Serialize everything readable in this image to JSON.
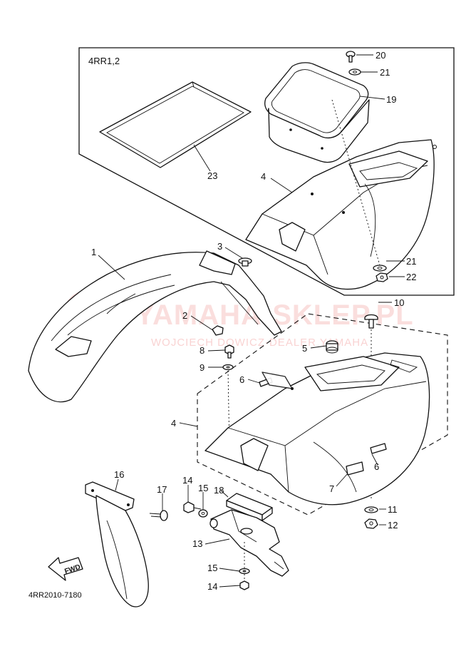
{
  "diagram": {
    "variant_label": "4RR1,2",
    "reference_code": "4RR2010-7180",
    "watermark": {
      "brand": "YAMAHA-SKLEP.PL",
      "subtitle": "WOJCIECH DOWICZ-DEALER YAMAHA"
    },
    "fwd_marker": "FWD",
    "callouts": {
      "p1": "1",
      "p2": "2",
      "p3": "3",
      "p4_top": "4",
      "p4_bottom": "4",
      "p5": "5",
      "p6_left": "6",
      "p6_right": "6",
      "p7": "7",
      "p8": "8",
      "p9": "9",
      "p10": "10",
      "p11": "11",
      "p12": "12",
      "p13": "13",
      "p14_top": "14",
      "p14_bottom": "14",
      "p15_top": "15",
      "p15_bottom": "15",
      "p16": "16",
      "p17": "17",
      "p18": "18",
      "p19": "19",
      "p20": "20",
      "p21_top": "21",
      "p21_bottom": "21",
      "p22": "22",
      "p23": "23"
    }
  }
}
